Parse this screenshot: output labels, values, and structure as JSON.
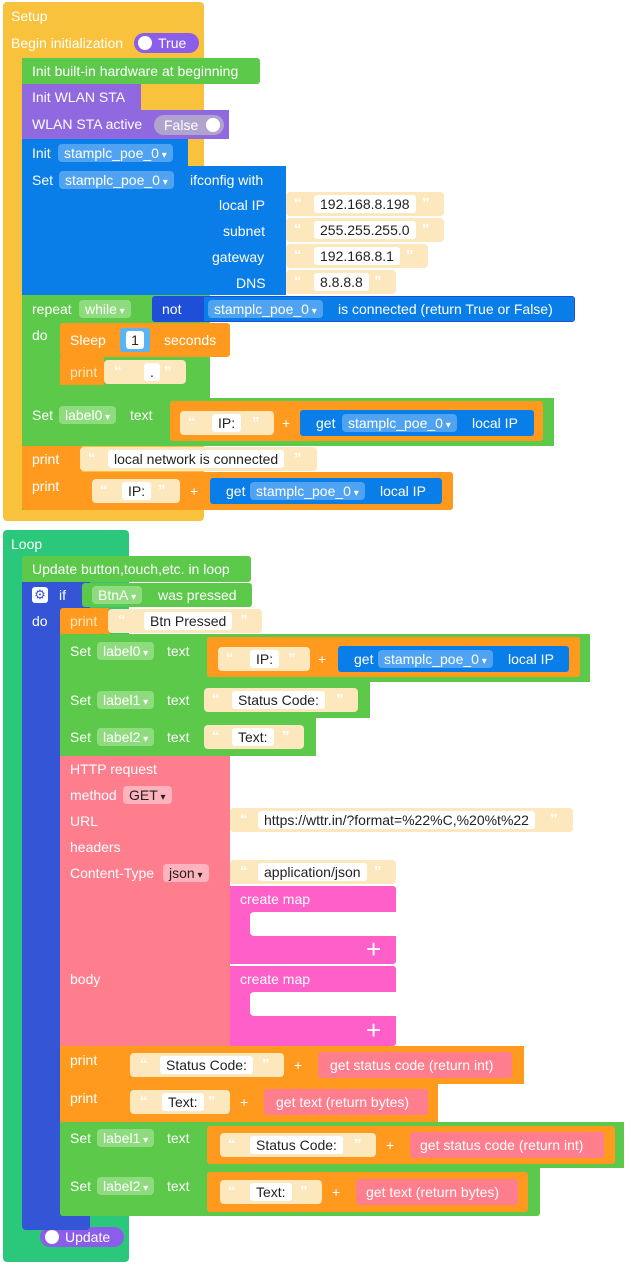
{
  "setup": {
    "title": "Setup",
    "begin_init": "Begin initialization",
    "begin_toggle": "True",
    "init_hw": "Init built-in hardware at beginning",
    "init_wlan": "Init WLAN STA",
    "wlan_active": "WLAN STA active",
    "wlan_toggle": "False",
    "init_label": "Init",
    "device": "stamplc_poe_0",
    "set_label": "Set",
    "ifconfig_with": "ifconfig with",
    "local_ip_label": "local IP",
    "local_ip": "192.168.8.198",
    "subnet_label": "subnet",
    "subnet": "255.255.255.0",
    "gateway_label": "gateway",
    "gateway": "192.168.8.1",
    "dns_label": "DNS",
    "dns": "8.8.8.8",
    "repeat": "repeat",
    "while": "while",
    "not": "not",
    "is_connected": "is connected (return True or False)",
    "do": "do",
    "sleep": "Sleep",
    "sleep_value": "1",
    "seconds": "seconds",
    "print": "print",
    "dot": ".",
    "label0": "label0",
    "text": "text",
    "ip_prefix": "IP:",
    "get": "get",
    "local_ip_text": "local IP",
    "connected_msg": "local network is connected"
  },
  "loop": {
    "title": "Loop",
    "update_btn": "Update button,touch,etc. in loop",
    "if": "if",
    "btn": "BtnA",
    "was_pressed": "was pressed",
    "do": "do",
    "print": "print",
    "btn_pressed": "Btn Pressed",
    "set": "Set",
    "label0": "label0",
    "label1": "label1",
    "label2": "label2",
    "text": "text",
    "ip_prefix": "IP:",
    "get": "get",
    "device": "stamplc_poe_0",
    "local_ip": "local IP",
    "status_code_str": "Status Code:",
    "text_str": "Text:",
    "http_request": "HTTP request",
    "method": "method",
    "method_value": "GET",
    "url": "URL",
    "url_value": "https://wttr.in/?format=%22%C,%20%t%22",
    "headers": "headers",
    "content_type": "Content-Type",
    "content_type_value": "json",
    "content_type_str": "application/json",
    "create_map": "create map",
    "body": "body",
    "get_status": "get status code (return int)",
    "get_text": "get text (return bytes)",
    "update_toggle": "Update"
  },
  "colors": {
    "event": "#f9c23c",
    "hardware": "#5cc94a",
    "wlan": "#9069e0",
    "network": "#0a7ee8",
    "not": "#1f4fd8",
    "text": "#ff9a1f",
    "string": "#fde7bd",
    "http": "#ff7e8e",
    "map": "#ff5fc9",
    "loop": "#2bc77a",
    "if": "#3355d6"
  }
}
